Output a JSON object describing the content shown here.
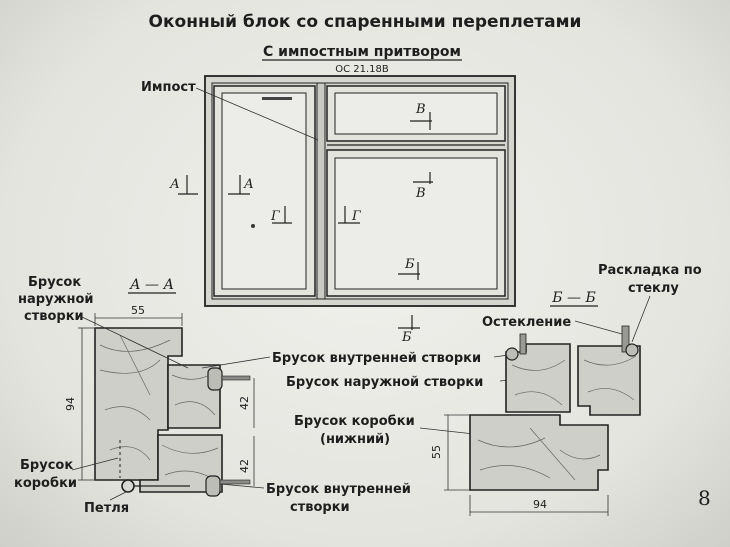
{
  "title": "Оконный блок   со спаренными переплетами",
  "subtitle": "С импостным притвором",
  "code": "ОС 21.18В",
  "labels": {
    "impost": "Импост",
    "left_outer_1": "Брусок",
    "left_outer_2": "наружной",
    "left_outer_3": "створки",
    "left_box_1": "Брусок",
    "left_box_2": "коробки",
    "hinge": "Петля",
    "inner_sash_top": "Брусок внутренней створки",
    "outer_sash_mid": "Брусок наружной створки",
    "box_bottom_1": "Брусок коробки",
    "box_bottom_2": "(нижний)",
    "inner_sash_bot_1": "Брусок внутренней",
    "inner_sash_bot_2": "створки",
    "glazing": "Остекление",
    "bead_1": "Раскладка по",
    "bead_2": "стеклу"
  },
  "sections": {
    "aa": "А — А",
    "bb": "Б — Б"
  },
  "markers": {
    "a": "А",
    "b": "Б",
    "v": "В",
    "g": "Г"
  },
  "dimensions": {
    "aa_width": "55",
    "aa_height": "94",
    "aa_h1": "42",
    "aa_h2": "42",
    "bb_height": "55",
    "bb_width": "94"
  },
  "page_number": "8"
}
